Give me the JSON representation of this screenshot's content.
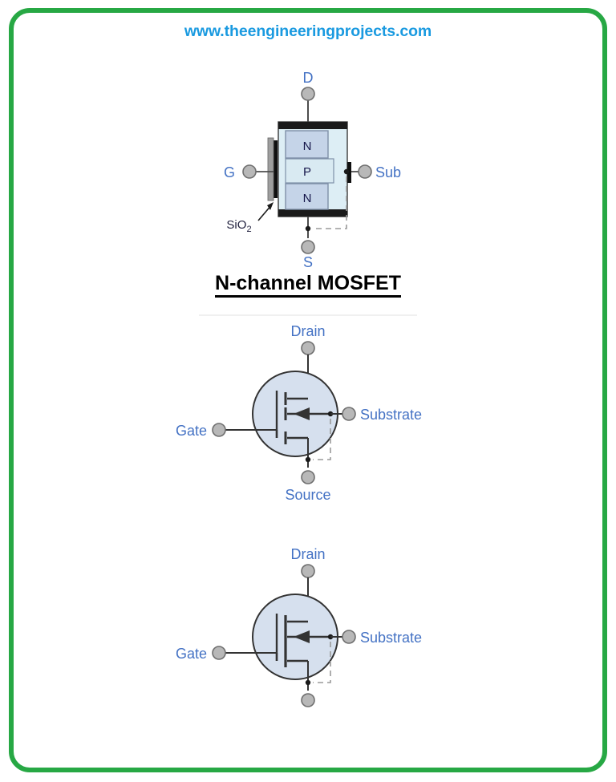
{
  "page": {
    "site_url": "www.theengineeringprojects.com",
    "border_color": "#27a844",
    "background": "#ffffff",
    "url_color": "#1a9ae0",
    "label_color": "#4472c4",
    "body_fill": "#d6e4f0",
    "region_fill": "#c5d4e8",
    "terminal_fill": "#b8b8b8",
    "dashed_color": "#9a9a9a"
  },
  "structure_diagram": {
    "title": "N-channel MOSFET",
    "terminals": {
      "drain": "D",
      "gate": "G",
      "source": "S",
      "substrate": "Sub"
    },
    "regions": {
      "top": "N",
      "middle": "P",
      "bottom": "N"
    },
    "oxide_label": "SiO2",
    "oxide_label_base": "SiO",
    "oxide_label_sub": "2"
  },
  "symbol_enhancement": {
    "terminals": {
      "drain": "Drain",
      "gate": "Gate",
      "source": "Source",
      "substrate": "Substrate"
    },
    "channel_style": "broken"
  },
  "symbol_depletion": {
    "terminals": {
      "drain": "Drain",
      "gate": "Gate",
      "source": "",
      "substrate": "Substrate"
    },
    "channel_style": "continuous"
  }
}
